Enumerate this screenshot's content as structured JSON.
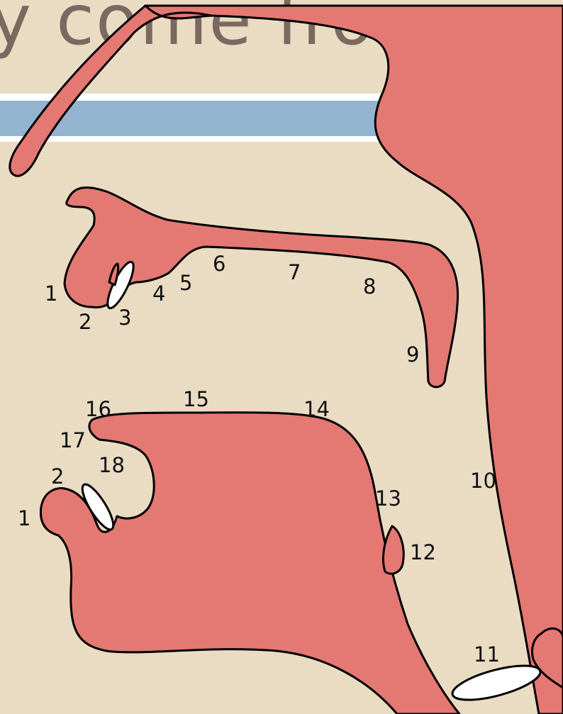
{
  "slide": {
    "title_fragment": "y come from"
  },
  "diagram": {
    "upper_labels": [
      "1",
      "2",
      "3",
      "4",
      "5",
      "6",
      "7",
      "8",
      "9"
    ],
    "lower_labels": [
      "1",
      "2",
      "18",
      "17",
      "16",
      "15",
      "14",
      "13",
      "12"
    ],
    "throat_labels": [
      "10",
      "11"
    ]
  },
  "colors": {
    "background": "#e9dcc3",
    "tissue": "#e47873",
    "title_band": "#93b3cf",
    "title_text": "#7b6860"
  }
}
